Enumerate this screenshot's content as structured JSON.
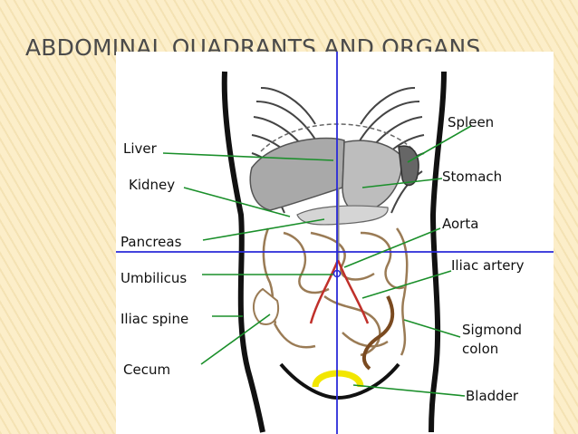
{
  "slide": {
    "title": "ABDOMINAL QUADRANTS AND ORGANS"
  },
  "colors": {
    "background": "#fbecc4",
    "title_text": "#4a4a4a",
    "leader_line": "#1a8f2a",
    "quadrant_line": "#2a2ad8",
    "organ_fill": "#a9a9a9",
    "intestine_outline": "#9a7b55",
    "artery": "#c0302a",
    "bladder": "#f2e600"
  },
  "diagram": {
    "labels_left": [
      "Liver",
      "Kidney",
      "Pancreas",
      "Umbilicus",
      "Iliac spine",
      "Cecum"
    ],
    "labels_right": [
      "Spleen",
      "Stomach",
      "Aorta",
      "Iliac artery",
      "Sigmond\ncolon",
      "Bladder"
    ],
    "label_text": {
      "liver": "Liver",
      "kidney": "Kidney",
      "pancreas": "Pancreas",
      "umbilicus": "Umbilicus",
      "iliac_spine": "Iliac spine",
      "cecum": "Cecum",
      "spleen": "Spleen",
      "stomach": "Stomach",
      "aorta": "Aorta",
      "iliac_artery": "Iliac artery",
      "sigmoid_line1": "Sigmond",
      "sigmoid_line2": "colon",
      "bladder": "Bladder"
    }
  }
}
